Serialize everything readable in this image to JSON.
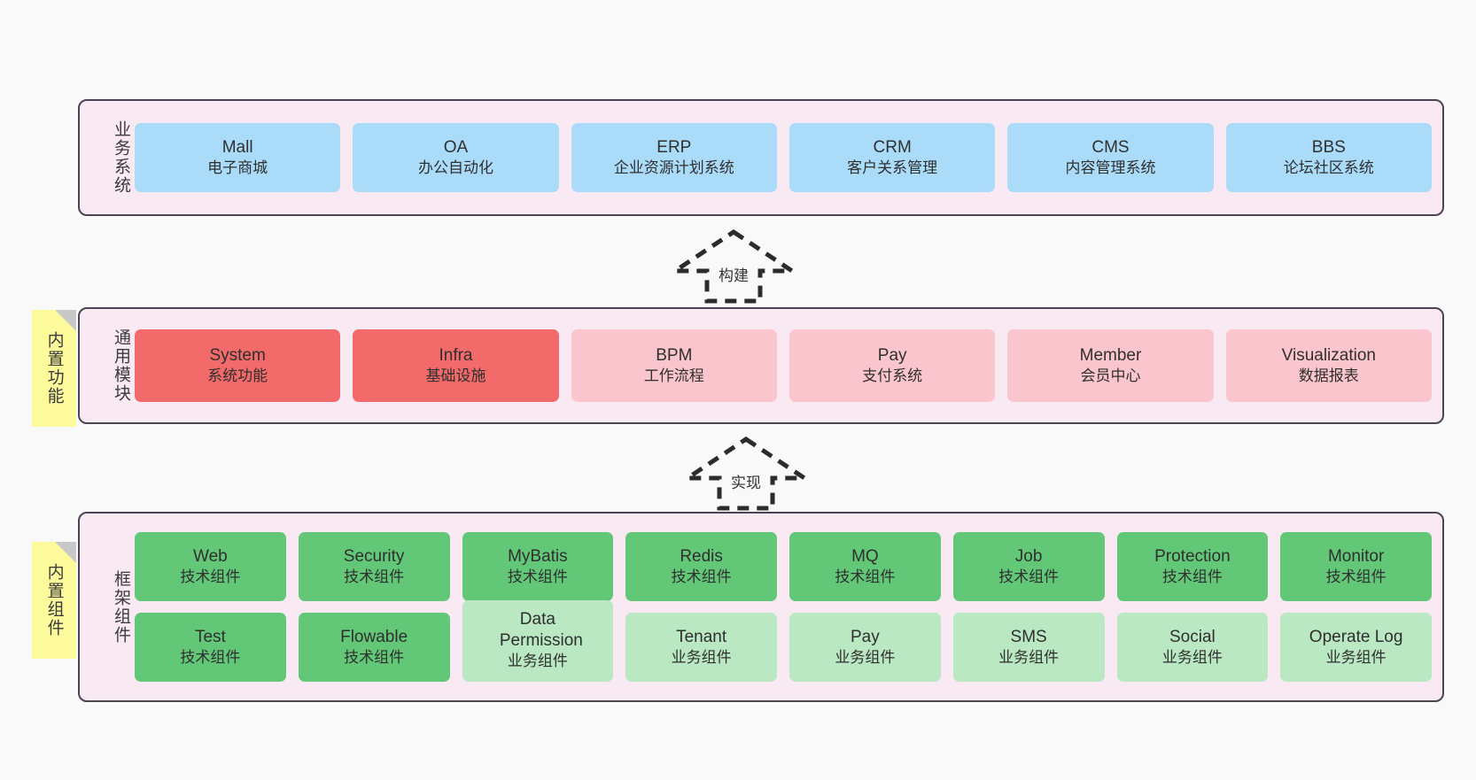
{
  "canvas": {
    "background": "#f9f9f9",
    "panel_bg": "#f8e9f3",
    "panel_border": "#4a4453",
    "sticky_bg": "#fcfa9b",
    "sticky_fold": "#c8c8c8"
  },
  "layers": {
    "business": {
      "title": "业务系统",
      "modules": [
        {
          "en": "Mall",
          "cn": "电子商城",
          "color": "#aadcfa"
        },
        {
          "en": "OA",
          "cn": "办公自动化",
          "color": "#aadcfa"
        },
        {
          "en": "ERP",
          "cn": "企业资源计划系统",
          "color": "#aadcfa"
        },
        {
          "en": "CRM",
          "cn": "客户关系管理",
          "color": "#aadcfa"
        },
        {
          "en": "CMS",
          "cn": "内容管理系统",
          "color": "#aadcfa"
        },
        {
          "en": "BBS",
          "cn": "论坛社区系统",
          "color": "#aadcfa"
        }
      ]
    },
    "common": {
      "title": "通用模块",
      "sticky": "内置功能",
      "modules": [
        {
          "en": "System",
          "cn": "系统功能",
          "color": "#f26a6a"
        },
        {
          "en": "Infra",
          "cn": "基础设施",
          "color": "#f26a6a"
        },
        {
          "en": "BPM",
          "cn": "工作流程",
          "color": "#fbc5cd"
        },
        {
          "en": "Pay",
          "cn": "支付系统",
          "color": "#fbc5cd"
        },
        {
          "en": "Member",
          "cn": "会员中心",
          "color": "#fbc5cd"
        },
        {
          "en": "Visualization",
          "cn": "数据报表",
          "color": "#fbc5cd"
        }
      ]
    },
    "framework": {
      "title": "框架组件",
      "sticky": "内置组件",
      "row1": [
        {
          "en": "Web",
          "cn": "技术组件",
          "color": "#62c878"
        },
        {
          "en": "Security",
          "cn": "技术组件",
          "color": "#62c878"
        },
        {
          "en": "MyBatis",
          "cn": "技术组件",
          "color": "#62c878"
        },
        {
          "en": "Redis",
          "cn": "技术组件",
          "color": "#62c878"
        },
        {
          "en": "MQ",
          "cn": "技术组件",
          "color": "#62c878"
        },
        {
          "en": "Job",
          "cn": "技术组件",
          "color": "#62c878"
        },
        {
          "en": "Protection",
          "cn": "技术组件",
          "color": "#62c878"
        },
        {
          "en": "Monitor",
          "cn": "技术组件",
          "color": "#62c878"
        }
      ],
      "row2": [
        {
          "en": "Test",
          "cn": "技术组件",
          "color": "#62c878"
        },
        {
          "en": "Flowable",
          "cn": "技术组件",
          "color": "#62c878"
        },
        {
          "en": "Data Permission",
          "cn": "业务组件",
          "color": "#b9e8c2"
        },
        {
          "en": "Tenant",
          "cn": "业务组件",
          "color": "#b9e8c2"
        },
        {
          "en": "Pay",
          "cn": "业务组件",
          "color": "#b9e8c2"
        },
        {
          "en": "SMS",
          "cn": "业务组件",
          "color": "#b9e8c2"
        },
        {
          "en": "Social",
          "cn": "业务组件",
          "color": "#b9e8c2"
        },
        {
          "en": "Operate Log",
          "cn": "业务组件",
          "color": "#b9e8c2"
        }
      ]
    }
  },
  "arrows": [
    {
      "label": "构建"
    },
    {
      "label": "实现"
    }
  ]
}
